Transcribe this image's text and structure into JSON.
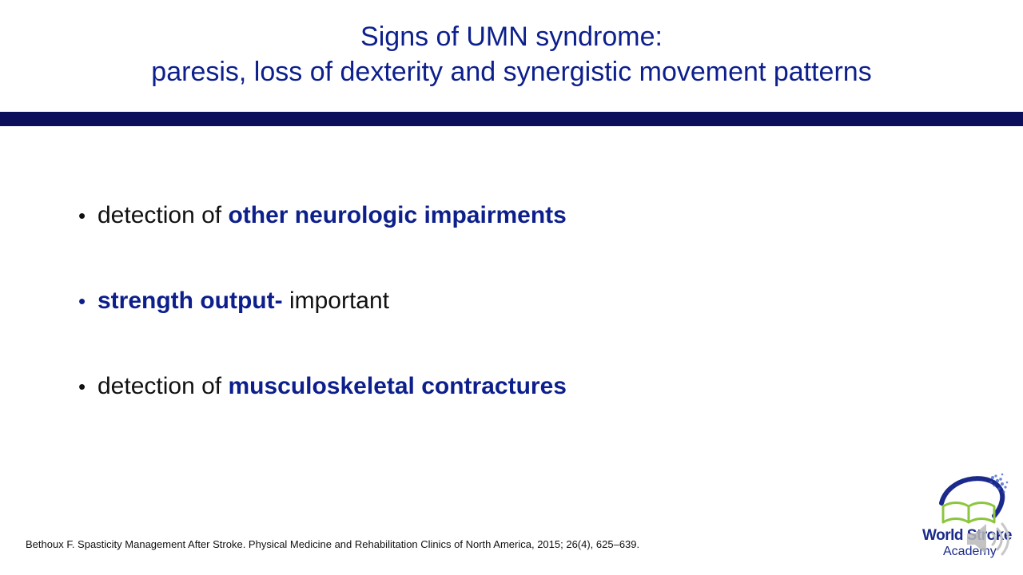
{
  "slide": {
    "title_line1": "Signs of UMN syndrome:",
    "title_line2": "paresis, loss of dexterity and synergistic movement patterns",
    "bullets": [
      {
        "before": "detection of ",
        "emphasis": "other neurologic impairments",
        "after": ""
      },
      {
        "before": "",
        "emphasis": "strength output-",
        "after": " important"
      },
      {
        "before": "detection of ",
        "emphasis": "musculoskeletal contractures",
        "after": ""
      }
    ],
    "citation": "Bethoux F. Spasticity Management After Stroke. Physical Medicine and Rehabilitation Clinics of North America, 2015; 26(4), 625–639.",
    "logo": {
      "line1": "World Stroke",
      "line2": "Academy"
    }
  },
  "colors": {
    "title": "#0d1f8c",
    "divider": "#0b0f5c",
    "emphasis": "#0d1f8c",
    "logo_green": "#8cc63f",
    "logo_blue": "#1b2a8a"
  },
  "icons": [
    "book-icon",
    "globe-icon",
    "speaker-icon"
  ]
}
